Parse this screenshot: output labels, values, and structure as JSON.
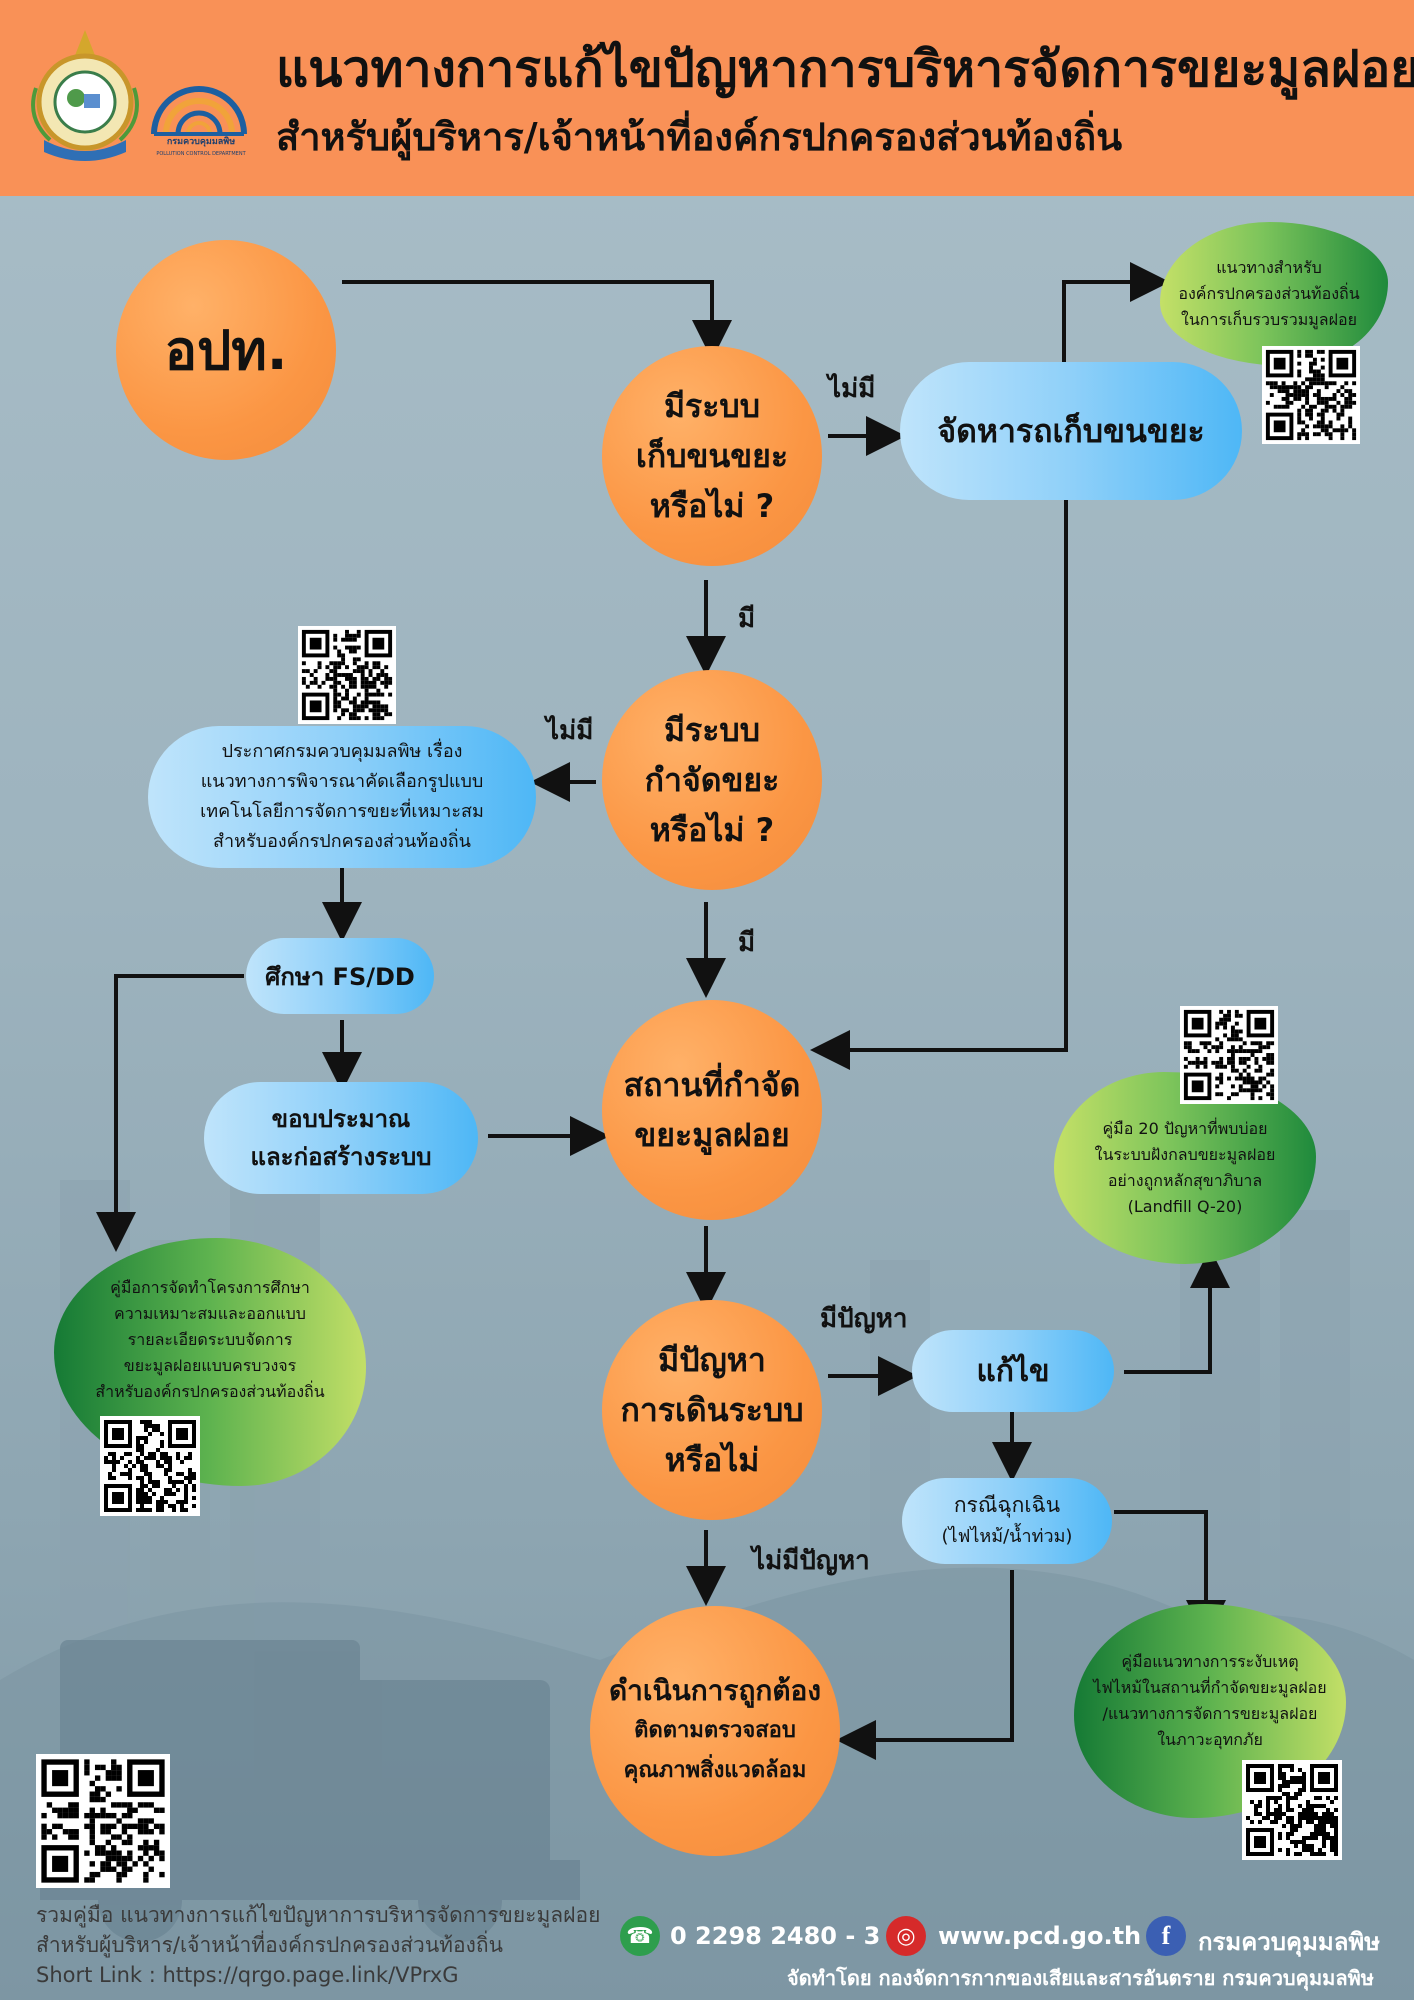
{
  "header": {
    "title": "แนวทางการแก้ไขปัญหาการบริหารจัดการขยะมูลฝอย",
    "subtitle": "สำหรับผู้บริหาร/เจ้าหน้าที่องค์กรปกครองส่วนท้องถิ่น",
    "logo_text": "กรมควบคุมมลพิษ",
    "logo_text_en": "POLLUTION CONTROL DEPARTMENT"
  },
  "nodes": {
    "start": "อปท.",
    "q1": [
      "มีระบบ",
      "เก็บขนขยะ",
      "หรือไม่ ?"
    ],
    "collect": "จัดหารถเก็บขนขยะ",
    "q2": [
      "มีระบบ",
      "กำจัดขยะ",
      "หรือไม่ ?"
    ],
    "announce": [
      "ประกาศกรมควบคุมมลพิษ เรื่อง",
      "แนวทางการพิจารณาคัดเลือกรูปแบบ",
      "เทคโนโลยีการจัดการขยะที่เหมาะสม",
      "สำหรับองค์กรปกครองส่วนท้องถิ่น"
    ],
    "study": "ศึกษา FS/DD",
    "budget": [
      "ขอบประมาณ",
      "และก่อสร้างระบบ"
    ],
    "site": [
      "สถานที่กำจัด",
      "ขยะมูลฝอย"
    ],
    "q3": [
      "มีปัญหา",
      "การเดินระบบ",
      "หรือไม่"
    ],
    "fix": "แก้ไข",
    "emergency": [
      "กรณีฉุกเฉิน",
      "(ไฟไหม้/น้ำท่วม)"
    ],
    "done": [
      "ดำเนินการถูกต้อง",
      "ติดตามตรวจสอบ",
      "คุณภาพสิ่งแวดล้อม"
    ]
  },
  "labels": {
    "no": "ไม่มี",
    "yes": "มี",
    "has_problem": "มีปัญหา",
    "no_problem": "ไม่มีปัญหา"
  },
  "blobs": {
    "guide_collect": [
      "แนวทางสำหรับ",
      "องค์กรปกครองส่วนท้องถิ่น",
      "ในการเก็บรวบรวมมูลฝอย"
    ],
    "guide_landfill": [
      "คู่มือ 20 ปัญหาที่พบบ่อย",
      "ในระบบฝังกลบขยะมูลฝอย",
      "อย่างถูกหลักสุขาภิบาล",
      "(Landfill Q-20)"
    ],
    "guide_fs": [
      "คู่มือการจัดทำโครงการศึกษา",
      "ความเหมาะสมและออกแบบ",
      "รายละเอียดระบบจัดการ",
      "ขยะมูลฝอยแบบครบวงจร",
      "สำหรับองค์กรปกครองส่วนท้องถิ่น"
    ],
    "guide_fire": [
      "คู่มือแนวทางการระงับเหตุ",
      "ไฟไหม้ในสถานที่กำจัดขยะมูลฝอย",
      "/แนวทางการจัดการขยะมูลฝอย",
      "ในภาวะอุทกภัย"
    ]
  },
  "footer": {
    "lines": [
      "รวมคู่มือ แนวทางการแก้ไขปัญหาการบริหารจัดการขยะมูลฝอย",
      "สำหรับผู้บริหาร/เจ้าหน้าที่องค์กรปกครองส่วนท้องถิ่น",
      "Short Link : https://qrgo.page.link/VPrxG"
    ],
    "phone": "0 2298 2480 - 3",
    "website": "www.pcd.go.th",
    "facebook": "กรมควบคุมมลพิษ",
    "credit": "จัดทำโดย กองจัดการกากของเสียและสารอันตราย กรมควบคุมมลพิษ"
  },
  "colors": {
    "header": "#f99157",
    "circle": "#fb9644",
    "pill": "#6fc3f8",
    "green_dark": "#1f8a3c",
    "green_light": "#c4e067",
    "bg": "#9fb5c0"
  }
}
